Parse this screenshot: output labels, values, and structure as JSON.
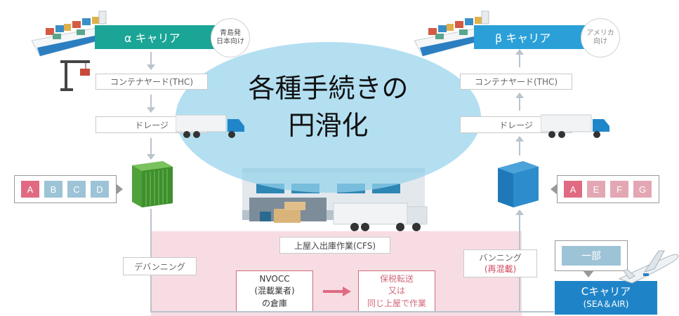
{
  "headline": {
    "line1": "各種手続きの",
    "line2": "円滑化"
  },
  "left": {
    "carrier": "α キャリア",
    "badge_line1": "青島発",
    "badge_line2": "日本向け",
    "container_yard": "コンテナヤード(THC)",
    "drayage": "ドレージ",
    "cargo": [
      "A",
      "B",
      "C",
      "D"
    ],
    "devanning": "デバンニング"
  },
  "right": {
    "carrier": "β キャリア",
    "badge_line1": "アメリカ",
    "badge_line2": "向け",
    "container_yard": "コンテナヤード(THC)",
    "drayage": "ドレージ",
    "cargo": [
      "A",
      "E",
      "F",
      "G"
    ],
    "vanning": "バンニング",
    "vanning_sub": "(再混載)"
  },
  "center": {
    "cfs": "上屋入出庫作業(CFS)",
    "nvocc": [
      "NVOCC",
      "(混載業者)",
      "の倉庫"
    ],
    "bonded": [
      "保税転送",
      "又は",
      "同じ上屋で作業"
    ]
  },
  "c_carrier": {
    "callout": "一部",
    "name": "Cキャリア",
    "sub": "(SEA＆AIR)"
  },
  "colors": {
    "alpha": "#1aa596",
    "beta": "#2ba0d8",
    "cargo_pink": "#e06a82",
    "cargo_blue": "#9dc3d6",
    "zone_pink": "#f7dde3",
    "bubble": "#a6d9ee",
    "c_carrier": "#1f84c7"
  }
}
